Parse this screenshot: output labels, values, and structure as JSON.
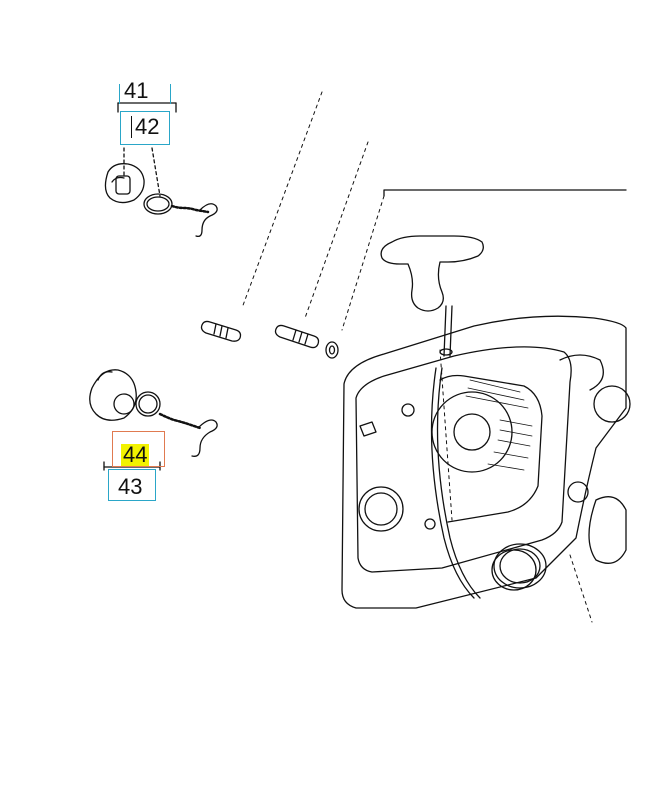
{
  "callouts": {
    "c41": "41",
    "c42": "42",
    "c43": "43",
    "c44": "44"
  },
  "colors": {
    "callout_box": "#2aa6c8",
    "callout_box_selected": "#e07a50",
    "highlight": "#f2f200",
    "linework": "#111111"
  }
}
